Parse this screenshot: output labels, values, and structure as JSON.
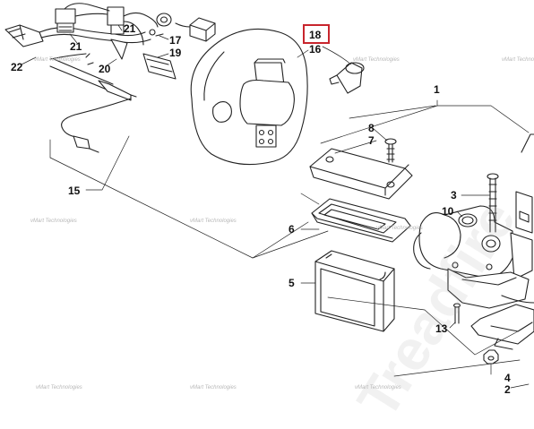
{
  "callouts": {
    "c1": "1",
    "c2": "2",
    "c3": "3",
    "c4": "4",
    "c5": "5",
    "c6": "6",
    "c7": "7",
    "c8": "8",
    "c10": "10",
    "c13": "13",
    "c15": "15",
    "c16": "16",
    "c17": "17",
    "c18": "18",
    "c19": "19",
    "c20": "20",
    "c21a": "21",
    "c21b": "21",
    "c22": "22"
  },
  "watermark": {
    "small": "vMart Technologies",
    "large": "Treadfire"
  },
  "highlight": {
    "color": "#c8252d"
  }
}
